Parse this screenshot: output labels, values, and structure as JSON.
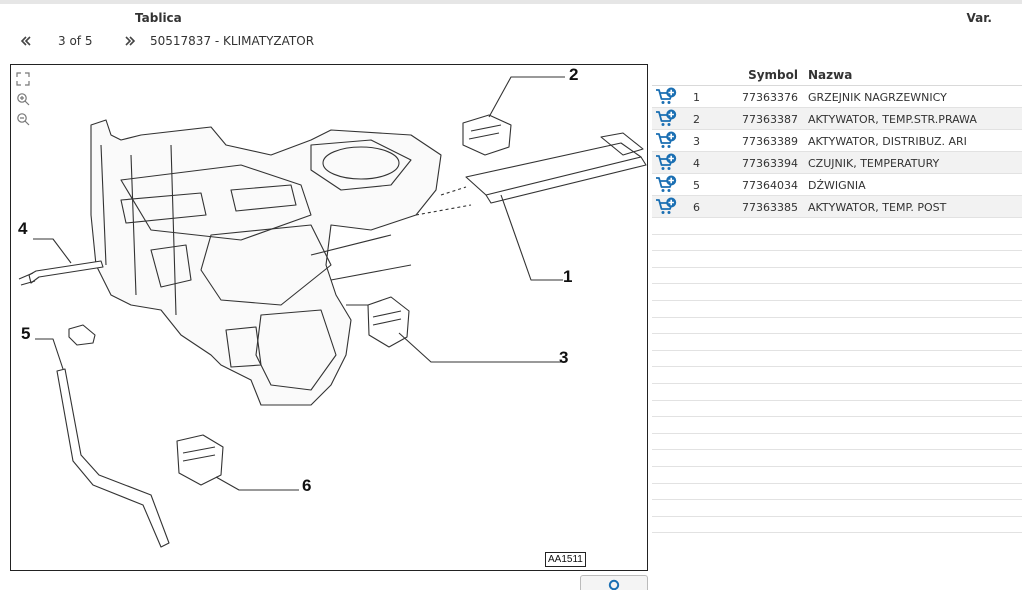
{
  "header": {
    "title": "Tablica",
    "var_label": "Var."
  },
  "nav": {
    "prev_icon": "double-chevron-left-icon",
    "pager": "3 of 5",
    "next_icon": "double-chevron-right-icon",
    "part_title": "50517837 - KLIMATYZATOR"
  },
  "diagram": {
    "reference_code": "AA1511",
    "callouts": [
      "1",
      "2",
      "3",
      "4",
      "5",
      "6"
    ],
    "tools": [
      "fit-to-screen-icon",
      "zoom-in-icon",
      "zoom-out-icon"
    ]
  },
  "table": {
    "headers": {
      "symbol": "Symbol",
      "name": "Nazwa"
    },
    "rows": [
      {
        "pos": "1",
        "symbol": "77363376",
        "name": "GRZEJNIK NAGRZEWNICY"
      },
      {
        "pos": "2",
        "symbol": "77363387",
        "name": "AKTYWATOR, TEMP.STR.PRAWA"
      },
      {
        "pos": "3",
        "symbol": "77363389",
        "name": "AKTYWATOR, DISTRIBUZ. ARI"
      },
      {
        "pos": "4",
        "symbol": "77363394",
        "name": "CZUJNIK, TEMPERATURY"
      },
      {
        "pos": "5",
        "symbol": "77364034",
        "name": "DŹWIGNIA"
      },
      {
        "pos": "6",
        "symbol": "77363385",
        "name": "AKTYWATOR, TEMP. POST"
      }
    ],
    "row_icon": "add-to-cart-icon",
    "accent_color": "#1a6fb3"
  },
  "search_tab_icon": "search-icon"
}
